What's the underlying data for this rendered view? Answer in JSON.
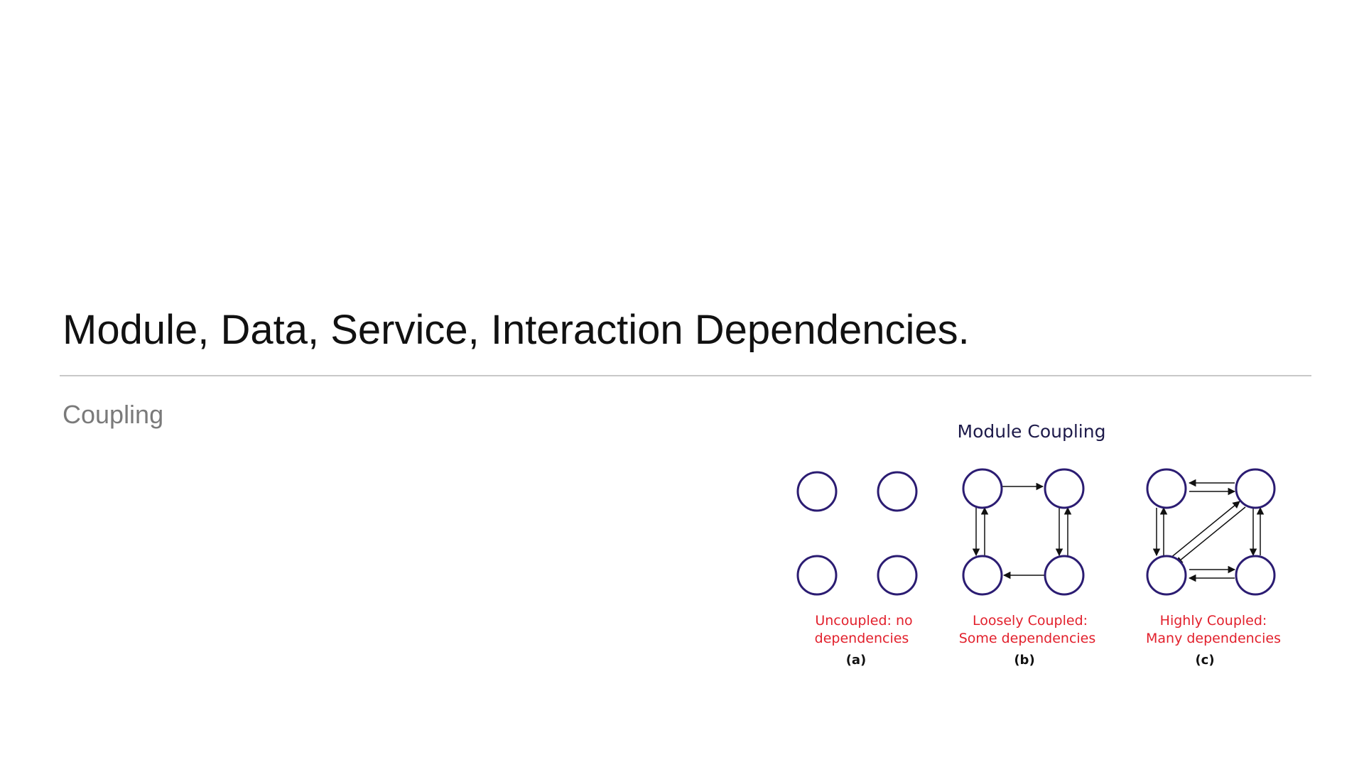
{
  "slide": {
    "title": "Module, Data, Service, Interaction Dependencies.",
    "subtitle": "Coupling"
  },
  "figure": {
    "title": "Module Coupling",
    "panels": [
      {
        "id": "a",
        "caption_lines": [
          "Uncoupled: no",
          "dependencies"
        ],
        "label": "(a)"
      },
      {
        "id": "b",
        "caption_lines": [
          "Loosely Coupled:",
          "Some dependencies"
        ],
        "label": "(b)"
      },
      {
        "id": "c",
        "caption_lines": [
          "Highly Coupled:",
          "Many dependencies"
        ],
        "label": "(c)"
      }
    ]
  },
  "colors": {
    "node_stroke": "#2b1c72",
    "caption_text": "#e2202c",
    "figure_title_text": "#1d1a4a",
    "rule": "#c8c8c8"
  }
}
